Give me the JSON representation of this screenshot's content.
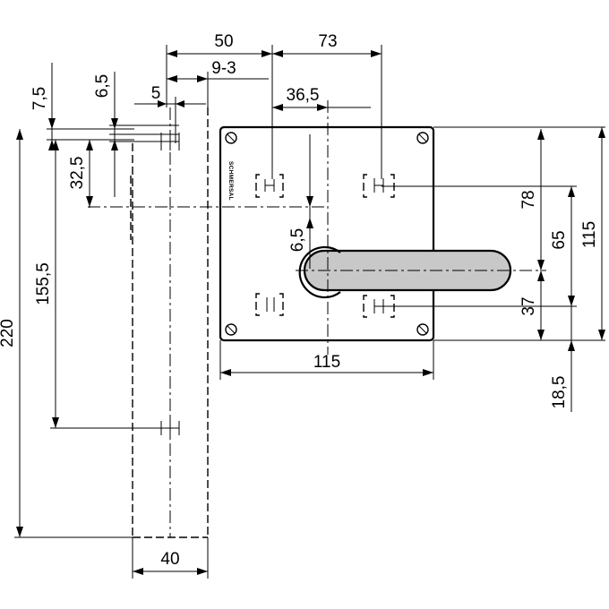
{
  "drawing": {
    "brand_label": "SCHMERSAL",
    "dimensions": {
      "d50": "50",
      "d73": "73",
      "d9_3": "9-3",
      "d5": "5",
      "d36_5": "36,5",
      "d7_5": "7,5",
      "d6_5_top": "6,5",
      "d32_5": "32,5",
      "d155_5": "155,5",
      "d220": "220",
      "d6_5_mid": "6,5",
      "d78": "78",
      "d65": "65",
      "d115_right": "115",
      "d37": "37",
      "d18_5": "18,5",
      "d115_bottom": "115",
      "d40": "40"
    }
  }
}
